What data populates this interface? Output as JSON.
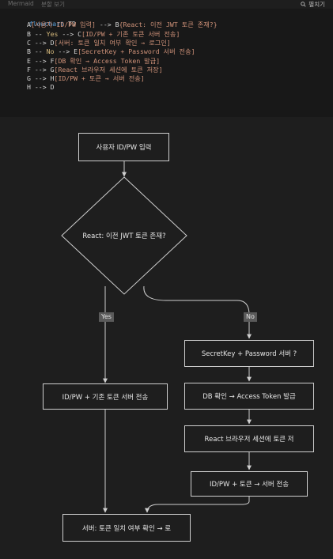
{
  "toolbar": {
    "tab_mermaid": "Mermaid",
    "tab_preview": "분할 보기",
    "expand_label": "펼치기",
    "expand_icon": "search-icon"
  },
  "code": {
    "line0": {
      "kw": "flowchart",
      "dir": " TD"
    },
    "lines": [
      {
        "parts": [
          {
            "c": "id",
            "t": "A"
          },
          {
            "c": "str",
            "t": "[사용자 ID/PW 입력]"
          },
          {
            "c": "arrow",
            "t": " --> "
          },
          {
            "c": "id",
            "t": "B"
          },
          {
            "c": "str",
            "t": "{React: 이전 JWT 토큰 존재?}"
          }
        ]
      },
      {
        "parts": [
          {
            "c": "id",
            "t": "B"
          },
          {
            "c": "arrow",
            "t": " -- "
          },
          {
            "c": "lbl",
            "t": "Yes"
          },
          {
            "c": "arrow",
            "t": " --> "
          },
          {
            "c": "id",
            "t": "C"
          },
          {
            "c": "str",
            "t": "[ID/PW + 기존 토큰 서버 전송]"
          }
        ]
      },
      {
        "parts": [
          {
            "c": "id",
            "t": "C"
          },
          {
            "c": "arrow",
            "t": " --> "
          },
          {
            "c": "id",
            "t": "D"
          },
          {
            "c": "str",
            "t": "[서버: 토큰 일치 여부 확인 → 로그인]"
          }
        ]
      },
      {
        "parts": [
          {
            "c": "id",
            "t": "B"
          },
          {
            "c": "arrow",
            "t": " -- "
          },
          {
            "c": "lbl",
            "t": "No"
          },
          {
            "c": "arrow",
            "t": " --> "
          },
          {
            "c": "id",
            "t": "E"
          },
          {
            "c": "str",
            "t": "[SecretKey + Password 서버 전송]"
          }
        ]
      },
      {
        "parts": [
          {
            "c": "id",
            "t": "E"
          },
          {
            "c": "arrow",
            "t": " --> "
          },
          {
            "c": "id",
            "t": "F"
          },
          {
            "c": "str",
            "t": "[DB 확인 → Access Token 발급]"
          }
        ]
      },
      {
        "parts": [
          {
            "c": "id",
            "t": "F"
          },
          {
            "c": "arrow",
            "t": " --> "
          },
          {
            "c": "id",
            "t": "G"
          },
          {
            "c": "str",
            "t": "[React 브라우저 세션에 토큰 저장]"
          }
        ]
      },
      {
        "parts": [
          {
            "c": "id",
            "t": "G"
          },
          {
            "c": "arrow",
            "t": " --> "
          },
          {
            "c": "id",
            "t": "H"
          },
          {
            "c": "str",
            "t": "[ID/PW + 토큰 → 서버 전송]"
          }
        ]
      },
      {
        "parts": [
          {
            "c": "id",
            "t": "H"
          },
          {
            "c": "arrow",
            "t": " --> "
          },
          {
            "c": "id",
            "t": "D"
          }
        ]
      }
    ]
  },
  "diagram": {
    "node_a": "사용자 ID/PW 입력",
    "node_b": "React: 이전 JWT 토큰 존재?",
    "node_c": "ID/PW + 기존 토큰 서버 전송",
    "node_d": "서버: 토큰 일치 여부 확인 → 로",
    "node_e": "SecretKey + Password 서버 ?",
    "node_f": "DB 확인 → Access Token 발급",
    "node_g": "React 브라우저 세션에 토큰 저",
    "node_h": "ID/PW + 토큰 → 서버 전송",
    "label_yes": "Yes",
    "label_no": "No"
  },
  "colors": {
    "background": "#1e1e1e",
    "code_background": "#181818",
    "keyword": "#569cd6",
    "string": "#ce9178",
    "node_border": "#cfcfcf",
    "edge": "#cfcfcf"
  }
}
